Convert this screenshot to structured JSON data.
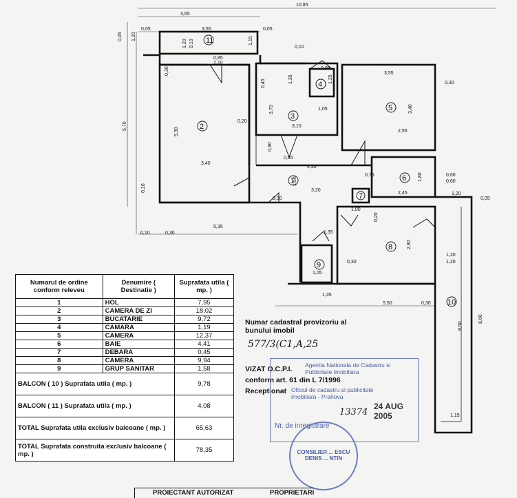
{
  "plan": {
    "top_dims": {
      "total": "10,85",
      "left_block": "3,65",
      "balcony_left": "0,05",
      "balcony_width": "3,55",
      "balcony_right": "0,05",
      "balcony_h": "1,20",
      "balcony_h2": "1,15",
      "right_top": "0,05"
    },
    "rooms": [
      "1",
      "2",
      "3",
      "4",
      "5",
      "6",
      "7",
      "8",
      "9",
      "10",
      "11"
    ],
    "dimensions": [
      "0,85",
      "2,10",
      "0,30",
      "5,30",
      "3,40",
      "0,20",
      "0,45",
      "3,70",
      "3,10",
      "1,35",
      "1,05",
      "0,10",
      "0,95",
      "1,25",
      "3,55",
      "3,40",
      "2,55",
      "0,30",
      "0,90",
      "0,85",
      "4,30",
      "1,50",
      "3,20",
      "0,75",
      "1,80",
      "2,45",
      "0,60",
      "0,60",
      "1,20",
      "5,70",
      "5,35",
      "0,10",
      "1,00",
      "0,20",
      "2,80",
      "1,35",
      "1,20",
      "1,20",
      "1,05",
      "5,50",
      "8,50",
      "8,60",
      "1,15",
      "0,05",
      "0,10",
      "0,30",
      "0,10",
      "0,90",
      "0,10",
      "0,30",
      "0,10",
      "0,10"
    ]
  },
  "table": {
    "header": {
      "col1": "Numarul de ordine conform releveu",
      "col2": "Denumire ( Destinatie )",
      "col3": "Suprafata utila ( mp. )"
    },
    "rows": [
      {
        "nr": "1",
        "name": "HOL",
        "area": "7,95"
      },
      {
        "nr": "2",
        "name": "CAMERA DE ZI",
        "area": "18,02"
      },
      {
        "nr": "3",
        "name": "BUCATARIE",
        "area": "9,72"
      },
      {
        "nr": "4",
        "name": "CAMARA",
        "area": "1,19"
      },
      {
        "nr": "5",
        "name": "CAMERA",
        "area": "12,37"
      },
      {
        "nr": "6",
        "name": "BAIE",
        "area": "4,41"
      },
      {
        "nr": "7",
        "name": "DEBARA",
        "area": "0,45"
      },
      {
        "nr": "8",
        "name": "CAMERA",
        "area": "9,94"
      },
      {
        "nr": "9",
        "name": "GRUP SANITAR",
        "area": "1,58"
      }
    ],
    "totals": [
      {
        "label": "BALCON ( 10 ) Suprafata utila ( mp. )",
        "value": "9,78"
      },
      {
        "label": "BALCON ( 11 ) Suprafata utila ( mp. )",
        "value": "4,08"
      },
      {
        "label": "TOTAL Suprafata utila exclusiv balcoane ( mp. )",
        "value": "65,63"
      },
      {
        "label": "TOTAL Suprafata construita exclusiv balcoane ( mp. )",
        "value": "78,35"
      }
    ]
  },
  "notes": {
    "cadastral_label": "Numar cadastral provizoriu al bunului imobil",
    "cadastral_value": "577/3(C1,A,25",
    "vizat": "VIZAT O.C.P.I.",
    "conform": "conform art. 61 din L 7/1996",
    "receptionat": "Receptionat",
    "stamp_line1": "Agentia Nationala de Cadastru si Publicitate Imobiliara",
    "stamp_line2": "Oficiul de cadastru si publicitate imobiliara - Prahova",
    "stamp_date": "24 AUG 2005",
    "stamp_reg": "Nr. de inregistrare",
    "stamp_reg_num": "13374",
    "round_stamp": "CONSILIER ... ESCU DENIS ... NTIN",
    "footer_left": "PROIECTANT AUTORIZAT",
    "footer_right": "PROPRIETARI"
  },
  "colors": {
    "ink": "#111111",
    "paper": "#f4f4f2",
    "stamp": "#4a5ba8"
  }
}
